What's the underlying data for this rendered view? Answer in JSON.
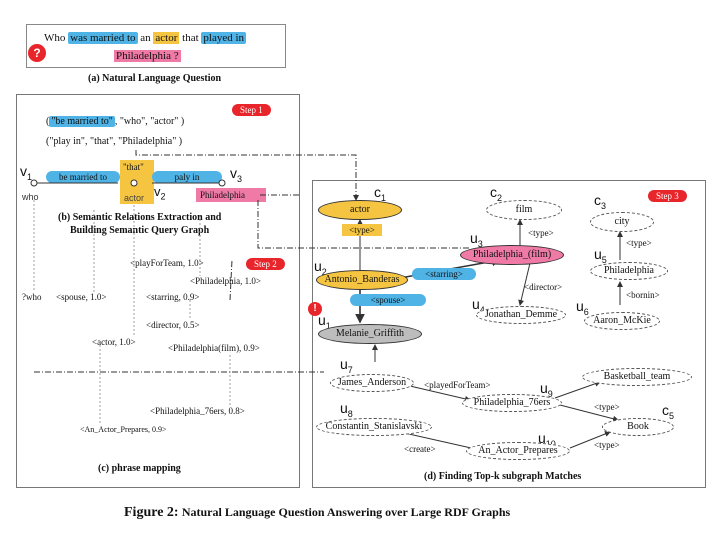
{
  "question": {
    "text_parts": [
      "Who ",
      "was married to",
      " an ",
      "actor",
      " that ",
      "played in",
      "Philadelphia ?"
    ],
    "badge": "?",
    "caption": "(a) Natural Language Question"
  },
  "panel_b": {
    "step": "Step 1",
    "triple1_rel": "\"be married to\"",
    "triple1_rest": ", \"who\", \"actor\" )",
    "triple2": "(\"play in\", \"that\", \"Philadelphia\" )",
    "v1": "v",
    "v1_sub": "1",
    "v2": "v",
    "v2_sub": "2",
    "v3": "v",
    "v3_sub": "3",
    "edge1": "be married to",
    "edge2": "paly in",
    "that": "\"that\"",
    "actor": "actor",
    "who": "who",
    "philadelphia": "Philadelphia",
    "caption1": "(b) Semantic Relations Extraction and",
    "caption2": "Building Semantic Query Graph"
  },
  "panel_c": {
    "step": "Step 2",
    "who_label": "?who",
    "entries": [
      "<playForTeam, 1.0>",
      "<Philadelphia, 1.0>",
      "<spouse, 1.0>",
      "<starring, 0.9>",
      "<director, 0.5>",
      "<actor, 1.0>",
      "<Philadelphia(film), 0.9>",
      "<Philadelphia_76ers, 0.8>",
      "<An_Actor_Prepares, 0.9>"
    ],
    "caption": "(c) phrase mapping"
  },
  "panel_d": {
    "step": "Step 3",
    "classes": {
      "actor": "actor",
      "film": "film",
      "city": "city",
      "book": "Book",
      "team": "Basketball_team"
    },
    "entities": {
      "antonio": "Antonio_Banderas",
      "melanie": "Melanie_Griffith",
      "phil_film": "Philadelphia_(film)",
      "jonathan": "Jonathan_Demme",
      "aaron": "Aaron_McKie",
      "philadelphia": "Philadelphia",
      "james": "James_Anderson",
      "phil76": "Philadelphia_76ers",
      "constantin": "Constantin_Stanislavski",
      "aap": "An_Actor_Prepares"
    },
    "edges": {
      "type": "<type>",
      "starring": "<starring>",
      "spouse": "<spouse>",
      "director": "<director>",
      "bornin": "<bornin>",
      "played": "<playedForTeam>",
      "create": "<create>"
    },
    "class_labels": [
      "c",
      "1",
      "c",
      "2",
      "c",
      "3",
      "c",
      "5"
    ],
    "u_labels": [
      "u",
      "1",
      "u",
      "2",
      "u",
      "3",
      "u",
      "4",
      "u",
      "5",
      "u",
      "6",
      "u",
      "7",
      "u",
      "8",
      "u",
      "9",
      "u",
      "10"
    ],
    "warn": "!",
    "caption": "(d) Finding Top-k subgraph Matches"
  },
  "figure": {
    "label": "Figure 2:",
    "title": "Natural Language Question Answering over Large RDF Graphs"
  },
  "colors": {
    "blue": "#4fb3e6",
    "yellow": "#f5c542",
    "pink": "#ef7aa6",
    "red": "#e8252a",
    "gray": "#bdbdbd"
  }
}
